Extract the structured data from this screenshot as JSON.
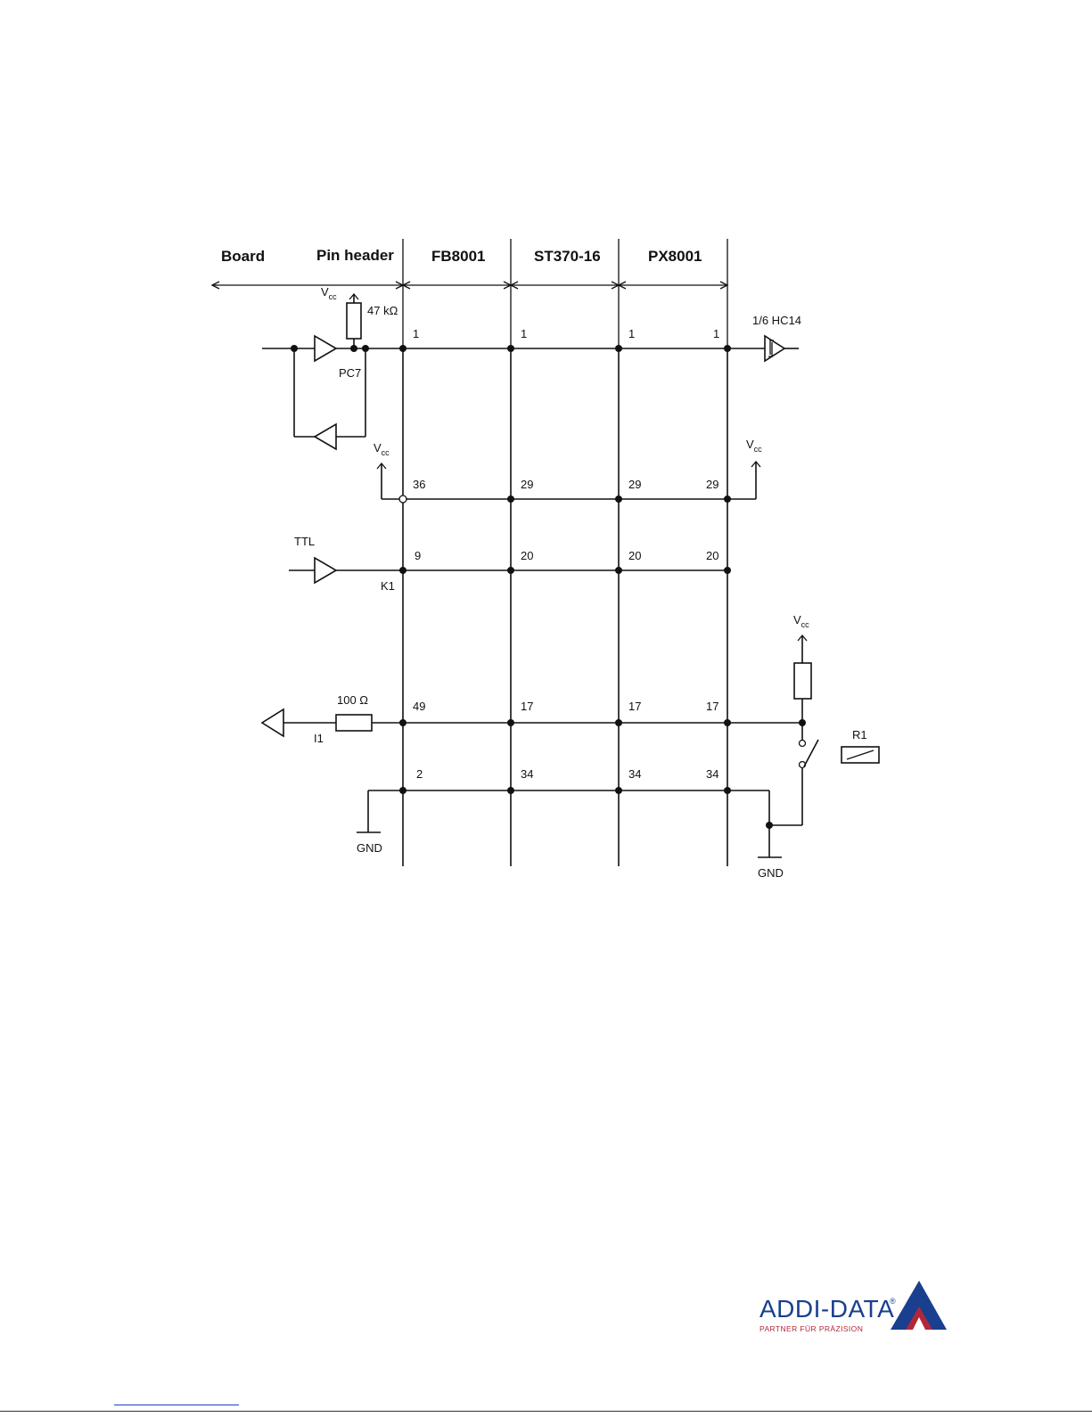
{
  "headers": {
    "board": "Board",
    "pin_header": "Pin header",
    "fb8001": "FB8001",
    "st370": "ST370-16",
    "px8001": "PX8001"
  },
  "labels": {
    "vcc_v": "V",
    "vcc_sub": "cc",
    "r_pullup": "47 kΩ",
    "pc7": "PC7",
    "hc14": "1/6 HC14",
    "ttl": "TTL",
    "k1": "K1",
    "r_100": "100 Ω",
    "i1": "I1",
    "r1": "R1",
    "gnd": "GND"
  },
  "pins": {
    "row1": [
      "1",
      "1",
      "1",
      "1"
    ],
    "row2": [
      "36",
      "29",
      "29",
      "29"
    ],
    "row3": [
      "9",
      "20",
      "20",
      "20"
    ],
    "row4": [
      "49",
      "17",
      "17",
      "17"
    ],
    "row5": [
      "2",
      "34",
      "34",
      "34"
    ]
  },
  "logo": {
    "name": "ADDI-DATA",
    "reg": "®",
    "tagline": "PARTNER FÜR PRÄZISION",
    "colors": {
      "blue": "#1a3f8f",
      "red": "#b2273a"
    }
  }
}
